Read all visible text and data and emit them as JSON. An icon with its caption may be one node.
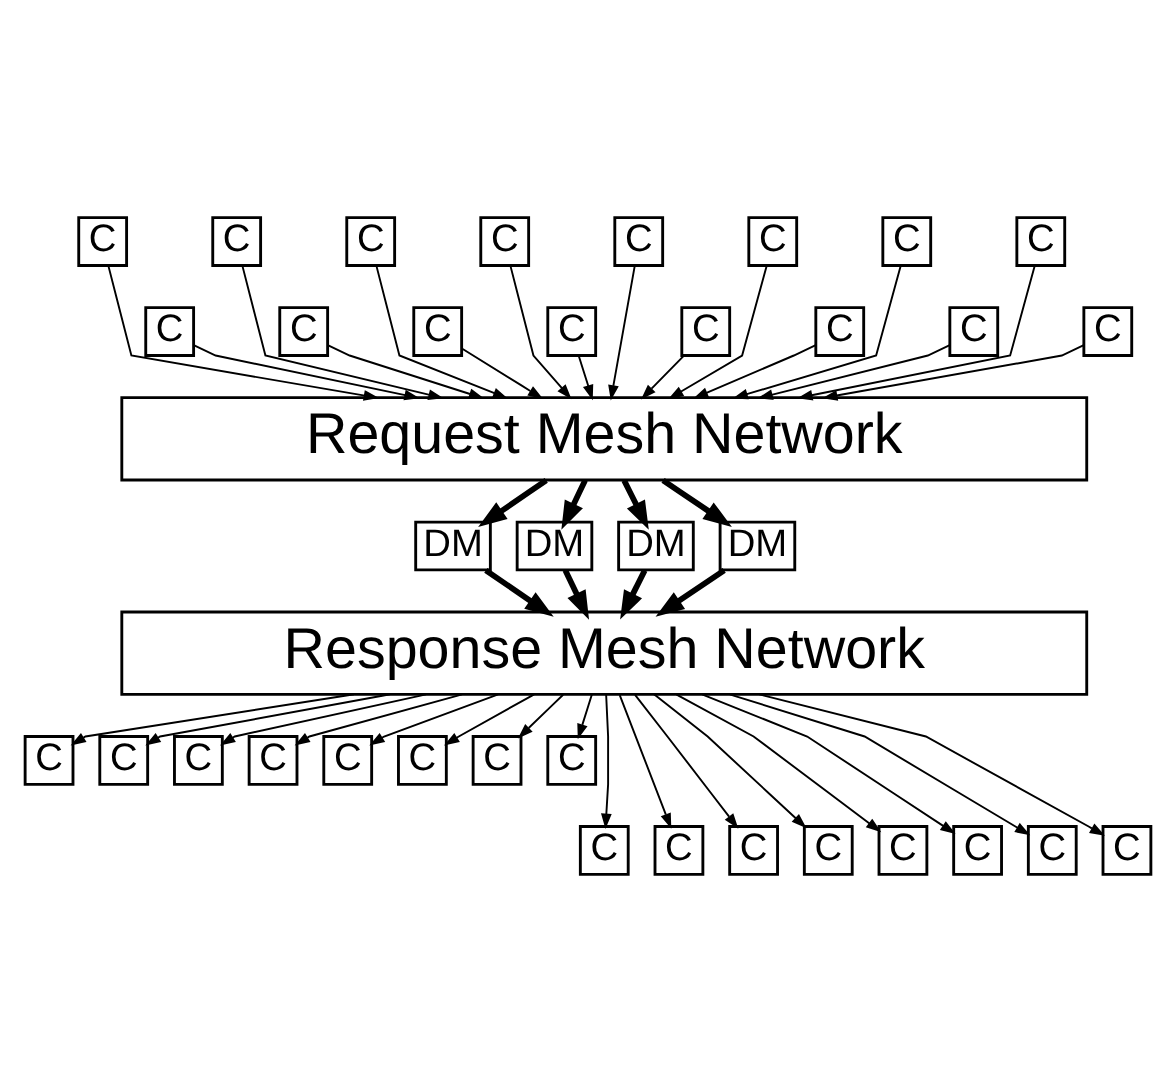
{
  "diagram": {
    "nodes": [
      {
        "text": [
          "C"
        ]
      },
      {
        "text": [
          "C"
        ]
      },
      {
        "text": [
          "C"
        ]
      },
      {
        "text": [
          "C"
        ]
      },
      {
        "text": [
          "C"
        ]
      },
      {
        "text": [
          "C"
        ]
      },
      {
        "text": [
          "C"
        ]
      },
      {
        "text": [
          "C"
        ]
      },
      {
        "text": [
          "C"
        ]
      },
      {
        "text": [
          "C"
        ]
      },
      {
        "text": [
          "C"
        ]
      },
      {
        "text": [
          "C"
        ]
      },
      {
        "text": [
          "C"
        ]
      },
      {
        "text": [
          "C"
        ]
      },
      {
        "text": [
          "C"
        ]
      },
      {
        "text": [
          "C"
        ]
      },
      {
        "text": [
          "Request Mesh Network"
        ]
      },
      {
        "text": [
          "DM"
        ]
      },
      {
        "text": [
          "DM"
        ]
      },
      {
        "text": [
          "DM"
        ]
      },
      {
        "text": [
          "DM"
        ]
      },
      {
        "text": [
          "Response Mesh Network"
        ]
      },
      {
        "text": [
          "C"
        ]
      },
      {
        "text": [
          "C"
        ]
      },
      {
        "text": [
          "C"
        ]
      },
      {
        "text": [
          "C"
        ]
      },
      {
        "text": [
          "C"
        ]
      },
      {
        "text": [
          "C"
        ]
      },
      {
        "text": [
          "C"
        ]
      },
      {
        "text": [
          "C"
        ]
      },
      {
        "text": [
          "C"
        ]
      },
      {
        "text": [
          "C"
        ]
      },
      {
        "text": [
          "C"
        ]
      },
      {
        "text": [
          "C"
        ]
      },
      {
        "text": [
          "C"
        ]
      },
      {
        "text": [
          "C"
        ]
      },
      {
        "text": [
          "C"
        ]
      },
      {
        "text": [
          "C"
        ]
      }
    ],
    "edges": [
      {
        "from": 0,
        "to": 16,
        "arrow": "to"
      },
      {
        "from": 1,
        "to": 16,
        "arrow": "to"
      },
      {
        "from": 2,
        "to": 16,
        "arrow": "to"
      },
      {
        "from": 3,
        "to": 16,
        "arrow": "to"
      },
      {
        "from": 4,
        "to": 16,
        "arrow": "to"
      },
      {
        "from": 5,
        "to": 16,
        "arrow": "to"
      },
      {
        "from": 6,
        "to": 16,
        "arrow": "to"
      },
      {
        "from": 7,
        "to": 16,
        "arrow": "to"
      },
      {
        "from": 8,
        "to": 16,
        "arrow": "to"
      },
      {
        "from": 9,
        "to": 16,
        "arrow": "to"
      },
      {
        "from": 10,
        "to": 16,
        "arrow": "to"
      },
      {
        "from": 11,
        "to": 16,
        "arrow": "to"
      },
      {
        "from": 12,
        "to": 16,
        "arrow": "to"
      },
      {
        "from": 13,
        "to": 16,
        "arrow": "to"
      },
      {
        "from": 14,
        "to": 16,
        "arrow": "to"
      },
      {
        "from": 15,
        "to": 16,
        "arrow": "to"
      },
      {
        "from": 16,
        "to": 17,
        "arrow": "to",
        "style": "thick"
      },
      {
        "from": 16,
        "to": 18,
        "arrow": "to",
        "style": "thick"
      },
      {
        "from": 16,
        "to": 19,
        "arrow": "to",
        "style": "thick"
      },
      {
        "from": 16,
        "to": 20,
        "arrow": "to",
        "style": "thick"
      },
      {
        "from": 17,
        "to": 21,
        "arrow": "to",
        "style": "thick"
      },
      {
        "from": 18,
        "to": 21,
        "arrow": "to",
        "style": "thick"
      },
      {
        "from": 19,
        "to": 21,
        "arrow": "to",
        "style": "thick"
      },
      {
        "from": 20,
        "to": 21,
        "arrow": "to",
        "style": "thick"
      },
      {
        "from": 21,
        "to": 22,
        "arrow": "to"
      },
      {
        "from": 21,
        "to": 23,
        "arrow": "to"
      },
      {
        "from": 21,
        "to": 24,
        "arrow": "to"
      },
      {
        "from": 21,
        "to": 25,
        "arrow": "to"
      },
      {
        "from": 21,
        "to": 26,
        "arrow": "to"
      },
      {
        "from": 21,
        "to": 27,
        "arrow": "to"
      },
      {
        "from": 21,
        "to": 28,
        "arrow": "to"
      },
      {
        "from": 21,
        "to": 29,
        "arrow": "to"
      },
      {
        "from": 21,
        "to": 30,
        "arrow": "to"
      },
      {
        "from": 21,
        "to": 31,
        "arrow": "to"
      },
      {
        "from": 21,
        "to": 32,
        "arrow": "to"
      },
      {
        "from": 21,
        "to": 33,
        "arrow": "to"
      },
      {
        "from": 21,
        "to": 34,
        "arrow": "to"
      },
      {
        "from": 21,
        "to": 35,
        "arrow": "to"
      },
      {
        "from": 21,
        "to": 36,
        "arrow": "to"
      },
      {
        "from": 21,
        "to": 37,
        "arrow": "to"
      }
    ]
  }
}
